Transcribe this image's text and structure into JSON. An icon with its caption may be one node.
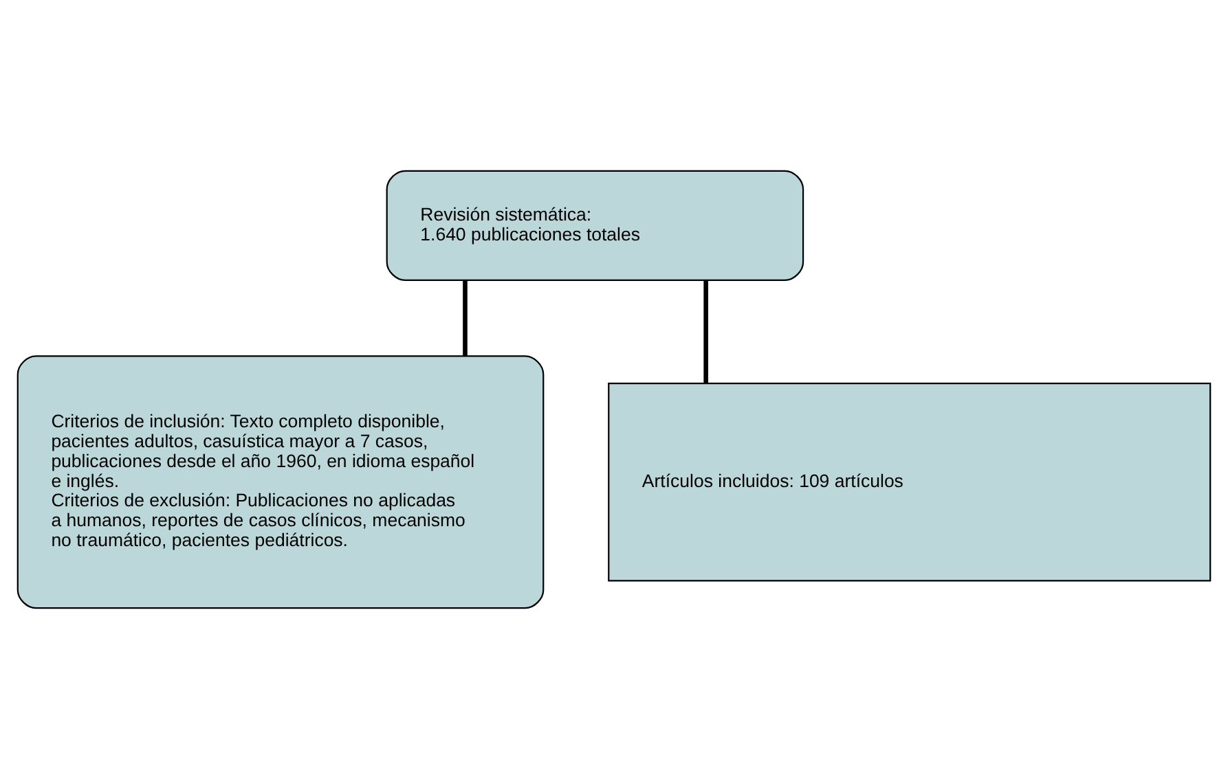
{
  "diagram": {
    "nodes": [
      {
        "text": [
          "Revisión sistemática:",
          "1.640 publicaciones totales"
        ]
      },
      {
        "text": [
          "Criterios de inclusión: Texto completo disponible, pacientes adultos, casuística mayor a 7 casos, publicaciones desde el año 1960, en idioma español e inglés.",
          "Criterios de exclusión: Publicaciones no aplicadas a humanos, reportes de casos clínicos, mecanismo no traumático, pacientes pediátricos."
        ]
      },
      {
        "text": [
          "Artículos incluidos: 109 artículos"
        ]
      }
    ],
    "edges": [
      {
        "from": 0,
        "to": 1,
        "arrow": "none"
      },
      {
        "from": 0,
        "to": 2,
        "arrow": "none"
      }
    ]
  }
}
